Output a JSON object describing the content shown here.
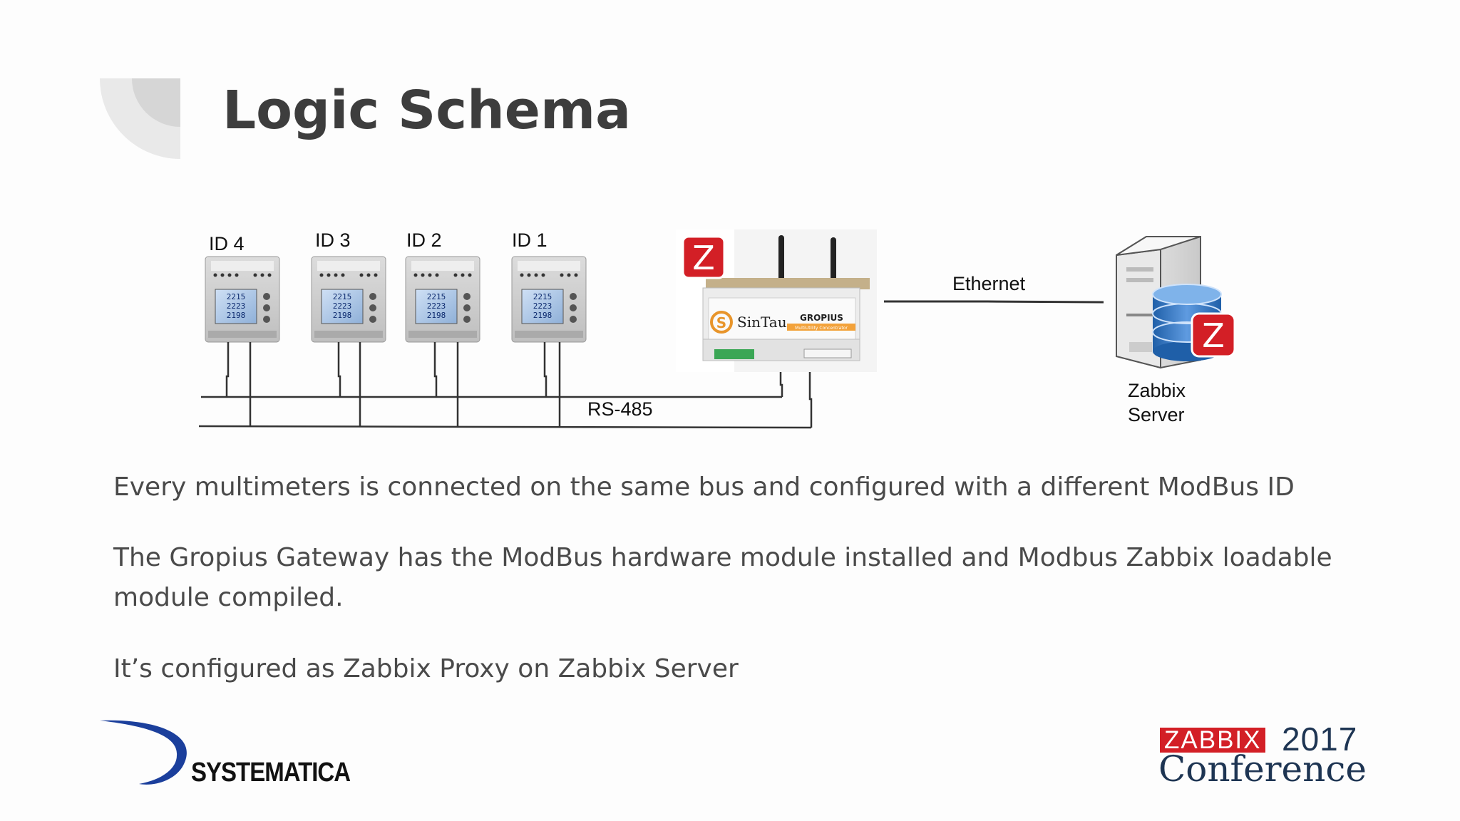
{
  "slide": {
    "title": "Logic Schema"
  },
  "diagram": {
    "meters": [
      {
        "id_label": "ID 4",
        "display_lines": [
          "2215",
          "2223",
          "2198"
        ]
      },
      {
        "id_label": "ID 3",
        "display_lines": [
          "2215",
          "2223",
          "2198"
        ]
      },
      {
        "id_label": "ID 2",
        "display_lines": [
          "2215",
          "2223",
          "2198"
        ]
      },
      {
        "id_label": "ID 1",
        "display_lines": [
          "2215",
          "2223",
          "2198"
        ]
      }
    ],
    "bus_label": "RS-485",
    "network_label": "Ethernet",
    "gateway": {
      "brand": "SinTau",
      "model": "GROPIUS",
      "model_sub": "MultiUtility Concentrator",
      "badge": "Z"
    },
    "server": {
      "label_line1": "Zabbix",
      "label_line2": "Server",
      "badge": "Z"
    }
  },
  "paragraphs": [
    "Every multimeters is connected on the same bus and configured with a different ModBus ID",
    "The Gropius Gateway has the ModBus hardware module installed and Modbus Zabbix loadable module compiled.",
    "It’s configured as Zabbix Proxy on Zabbix Server"
  ],
  "footer": {
    "left_logo_text": "SYSTEMATICA",
    "right_logo": {
      "brand": "ZABBIX",
      "year": "2017",
      "event": "Conference"
    }
  },
  "colors": {
    "title": "#3d3d3d",
    "body_text": "#4a4a4a",
    "zabbix_red": "#d31f26",
    "navy": "#1e3553",
    "deco_gray": "#e4e4e4"
  }
}
